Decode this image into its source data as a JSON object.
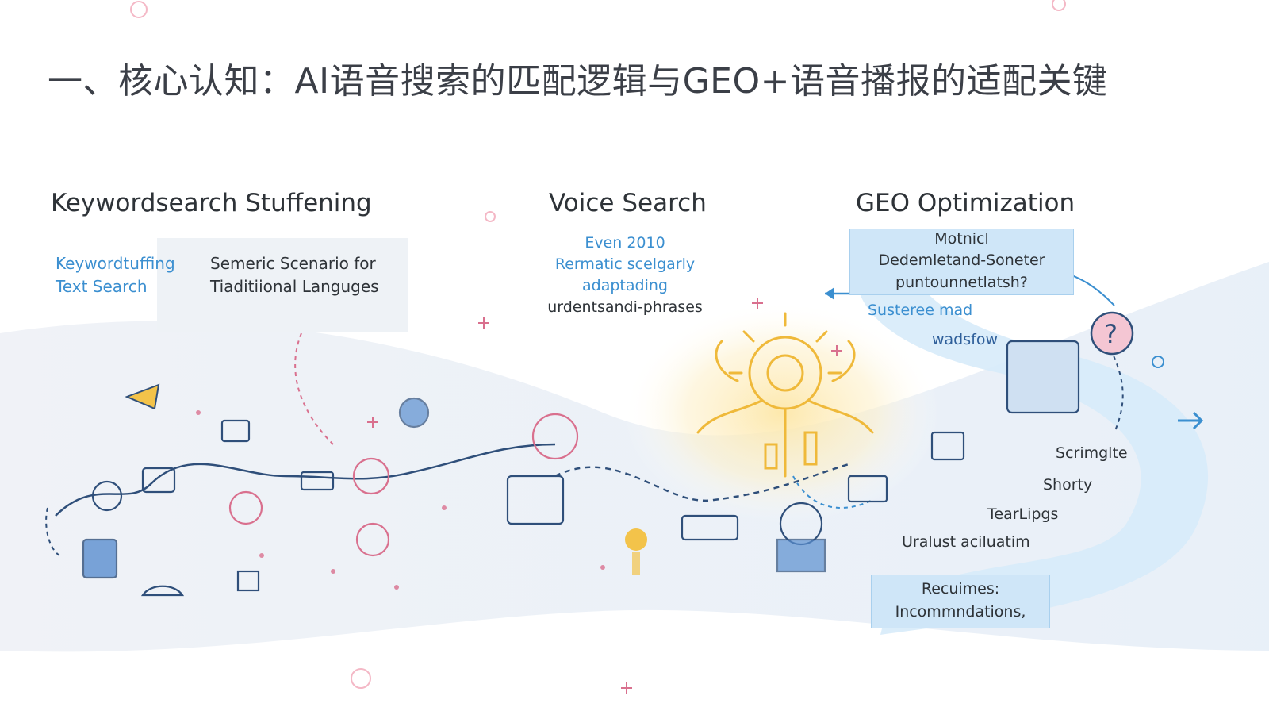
{
  "title": "一、核心认知：AI语音搜索的匹配逻辑与GEO+语音播报的适配关键",
  "sections": {
    "left": {
      "heading": "Keywordsearch Stuffening",
      "blue_label": [
        "Keywordtuffing",
        "Text Search"
      ],
      "dark_label": [
        "Semeric Scenario for",
        "Tiaditiional Languges"
      ]
    },
    "middle": {
      "heading": "Voice Search",
      "blue_lines": [
        "Even 2010",
        "Rermatic scelgarly",
        "adaptading"
      ],
      "dark_line": "urdentsandi-phrases"
    },
    "right": {
      "heading": "GEO Optimization",
      "box_lines": [
        "Motnicl",
        "Dedemletand-Soneter",
        "puntounnetlatsh?"
      ],
      "flow_blue": [
        "Susteree mad",
        "wadsfow"
      ],
      "list": [
        "Scrimglte",
        "Shorty",
        "TearLipgs",
        "Uralust aciluatim"
      ],
      "bottom_box": [
        "Recuimes:",
        "Incommndations,"
      ]
    }
  },
  "colors": {
    "blue": "#3b8fd0",
    "navy": "#2f4f7a",
    "pink": "#d9708e",
    "gold": "#f3c34a",
    "light_blue": "#cfe6f8"
  },
  "icons": [
    "arrow-left-icon",
    "arrow-right-icon",
    "question-bubble-icon",
    "lightbulb-icon",
    "gear-brain-icon",
    "person-icon",
    "document-icon",
    "chat-bubble-icon",
    "sparkle-icon"
  ]
}
